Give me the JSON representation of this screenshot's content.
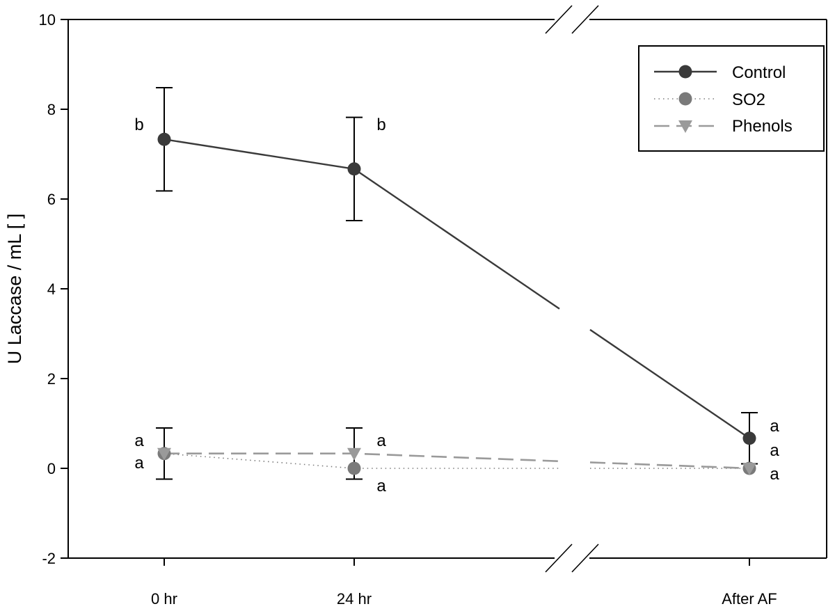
{
  "colors": {
    "background": "#ffffff",
    "axis": "#000000",
    "control": "#3a3a3a",
    "so2": "#7a7a7a",
    "phenols": "#9a9a9a",
    "letter_dark": "#222222",
    "letter_mid": "#555555",
    "letter_light": "#aaaaaa"
  },
  "chart_data": {
    "type": "line",
    "ylabel": "U Laccase / mL [ ]",
    "xlabel": "",
    "ylim": [
      -2,
      10
    ],
    "yticks": [
      "-2",
      "0",
      "2",
      "4",
      "6",
      "8",
      "10"
    ],
    "categories": [
      "0 hr",
      "24 hr",
      "After AF"
    ],
    "axis_break": "between 24 hr and After AF",
    "grid": false,
    "legend_position": "top-right",
    "series": [
      {
        "name": "Control",
        "line_style": "solid",
        "marker": "circle",
        "color": "#3a3a3a",
        "values": [
          7.33,
          6.67,
          0.67
        ],
        "error": [
          1.15,
          1.15,
          0.57
        ],
        "letters": [
          "b",
          "b",
          "a"
        ]
      },
      {
        "name": "SO2",
        "line_style": "dotted",
        "marker": "circle",
        "color": "#7a7a7a",
        "values": [
          0.33,
          0.0,
          0.0
        ],
        "error": [
          0.57,
          0.0,
          0.0
        ],
        "letters": [
          "a",
          "a",
          "a"
        ]
      },
      {
        "name": "Phenols",
        "line_style": "dashed",
        "marker": "triangle-down",
        "color": "#9a9a9a",
        "values": [
          0.33,
          0.33,
          0.0
        ],
        "error": [
          0.0,
          0.57,
          0.0
        ],
        "letters": [
          "a",
          "a",
          "a"
        ]
      }
    ]
  }
}
